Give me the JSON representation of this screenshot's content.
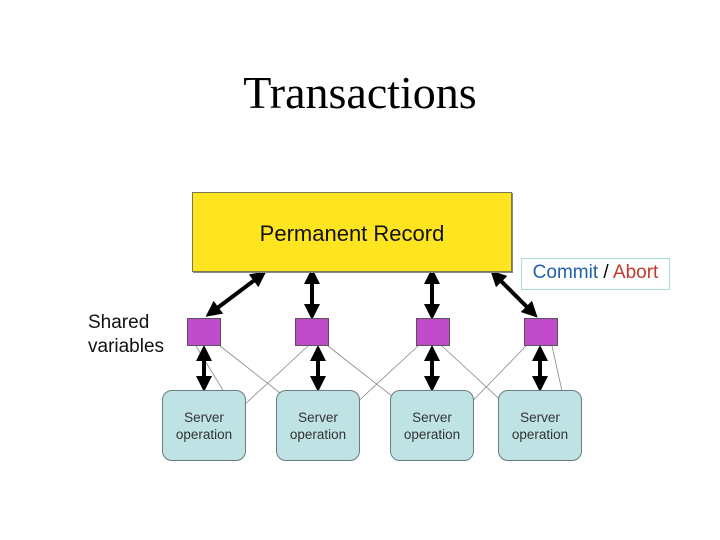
{
  "title": "Transactions",
  "record": {
    "label": "Permanent Record"
  },
  "commit_abort": {
    "commit": "Commit",
    "separator": " / ",
    "abort": "Abort"
  },
  "shared_label": [
    "Shared",
    "variables"
  ],
  "shared_variable_count": 4,
  "servers": [
    {
      "line1": "Server",
      "line2": "operation"
    },
    {
      "line1": "Server",
      "line2": "operation"
    },
    {
      "line1": "Server",
      "line2": "operation"
    },
    {
      "line1": "Server",
      "line2": "operation"
    }
  ],
  "colors": {
    "record_fill": "#ffe51f",
    "shared_variable_fill": "#c04ccb",
    "server_fill": "#bfe3e5",
    "commit_text": "#1f5fb0",
    "abort_text": "#c0392b"
  }
}
